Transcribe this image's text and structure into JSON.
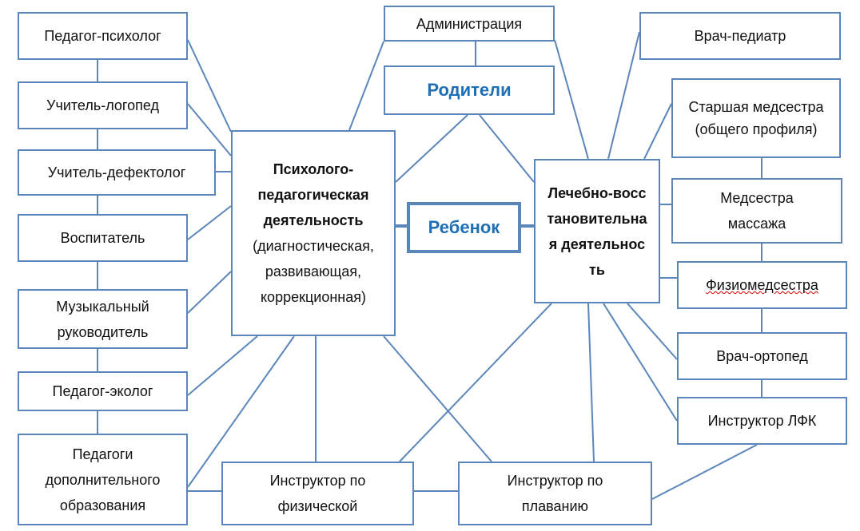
{
  "left": {
    "psychologist": "Педагог-психолог",
    "speech_therapist": "Учитель-логопед",
    "defectologist": "Учитель-дефектолог",
    "educator": "Воспитатель",
    "music_director": "Музыкальный руководитель",
    "ecologist": "Педагог-эколог",
    "additional_education": "Педагоги дополнительного образования"
  },
  "center": {
    "administration": "Администрация",
    "parents": "Родители",
    "child": "Ребенок",
    "psych_title": "Психолого-педагогическая деятельность",
    "psych_sub": "(диагностическая, развивающая, коррекционная)",
    "medical": "Лечебно-восстановительная деятельность"
  },
  "right": {
    "pediatrician": "Врач-педиатр",
    "senior_nurse": "Старшая медсестра (общего профиля)",
    "massage_nurse": "Медсестра массажа",
    "physio_nurse": "Физиомедсестра",
    "orthopedist": "Врач-ортопед",
    "lfk_instructor": "Инструктор ЛФК"
  },
  "bottom": {
    "pe_instructor": "Инструктор по физической",
    "swim_instructor": "Инструктор по плаванию"
  },
  "colors": {
    "line": "#5b86b9",
    "accent": "#1f6fb5"
  }
}
